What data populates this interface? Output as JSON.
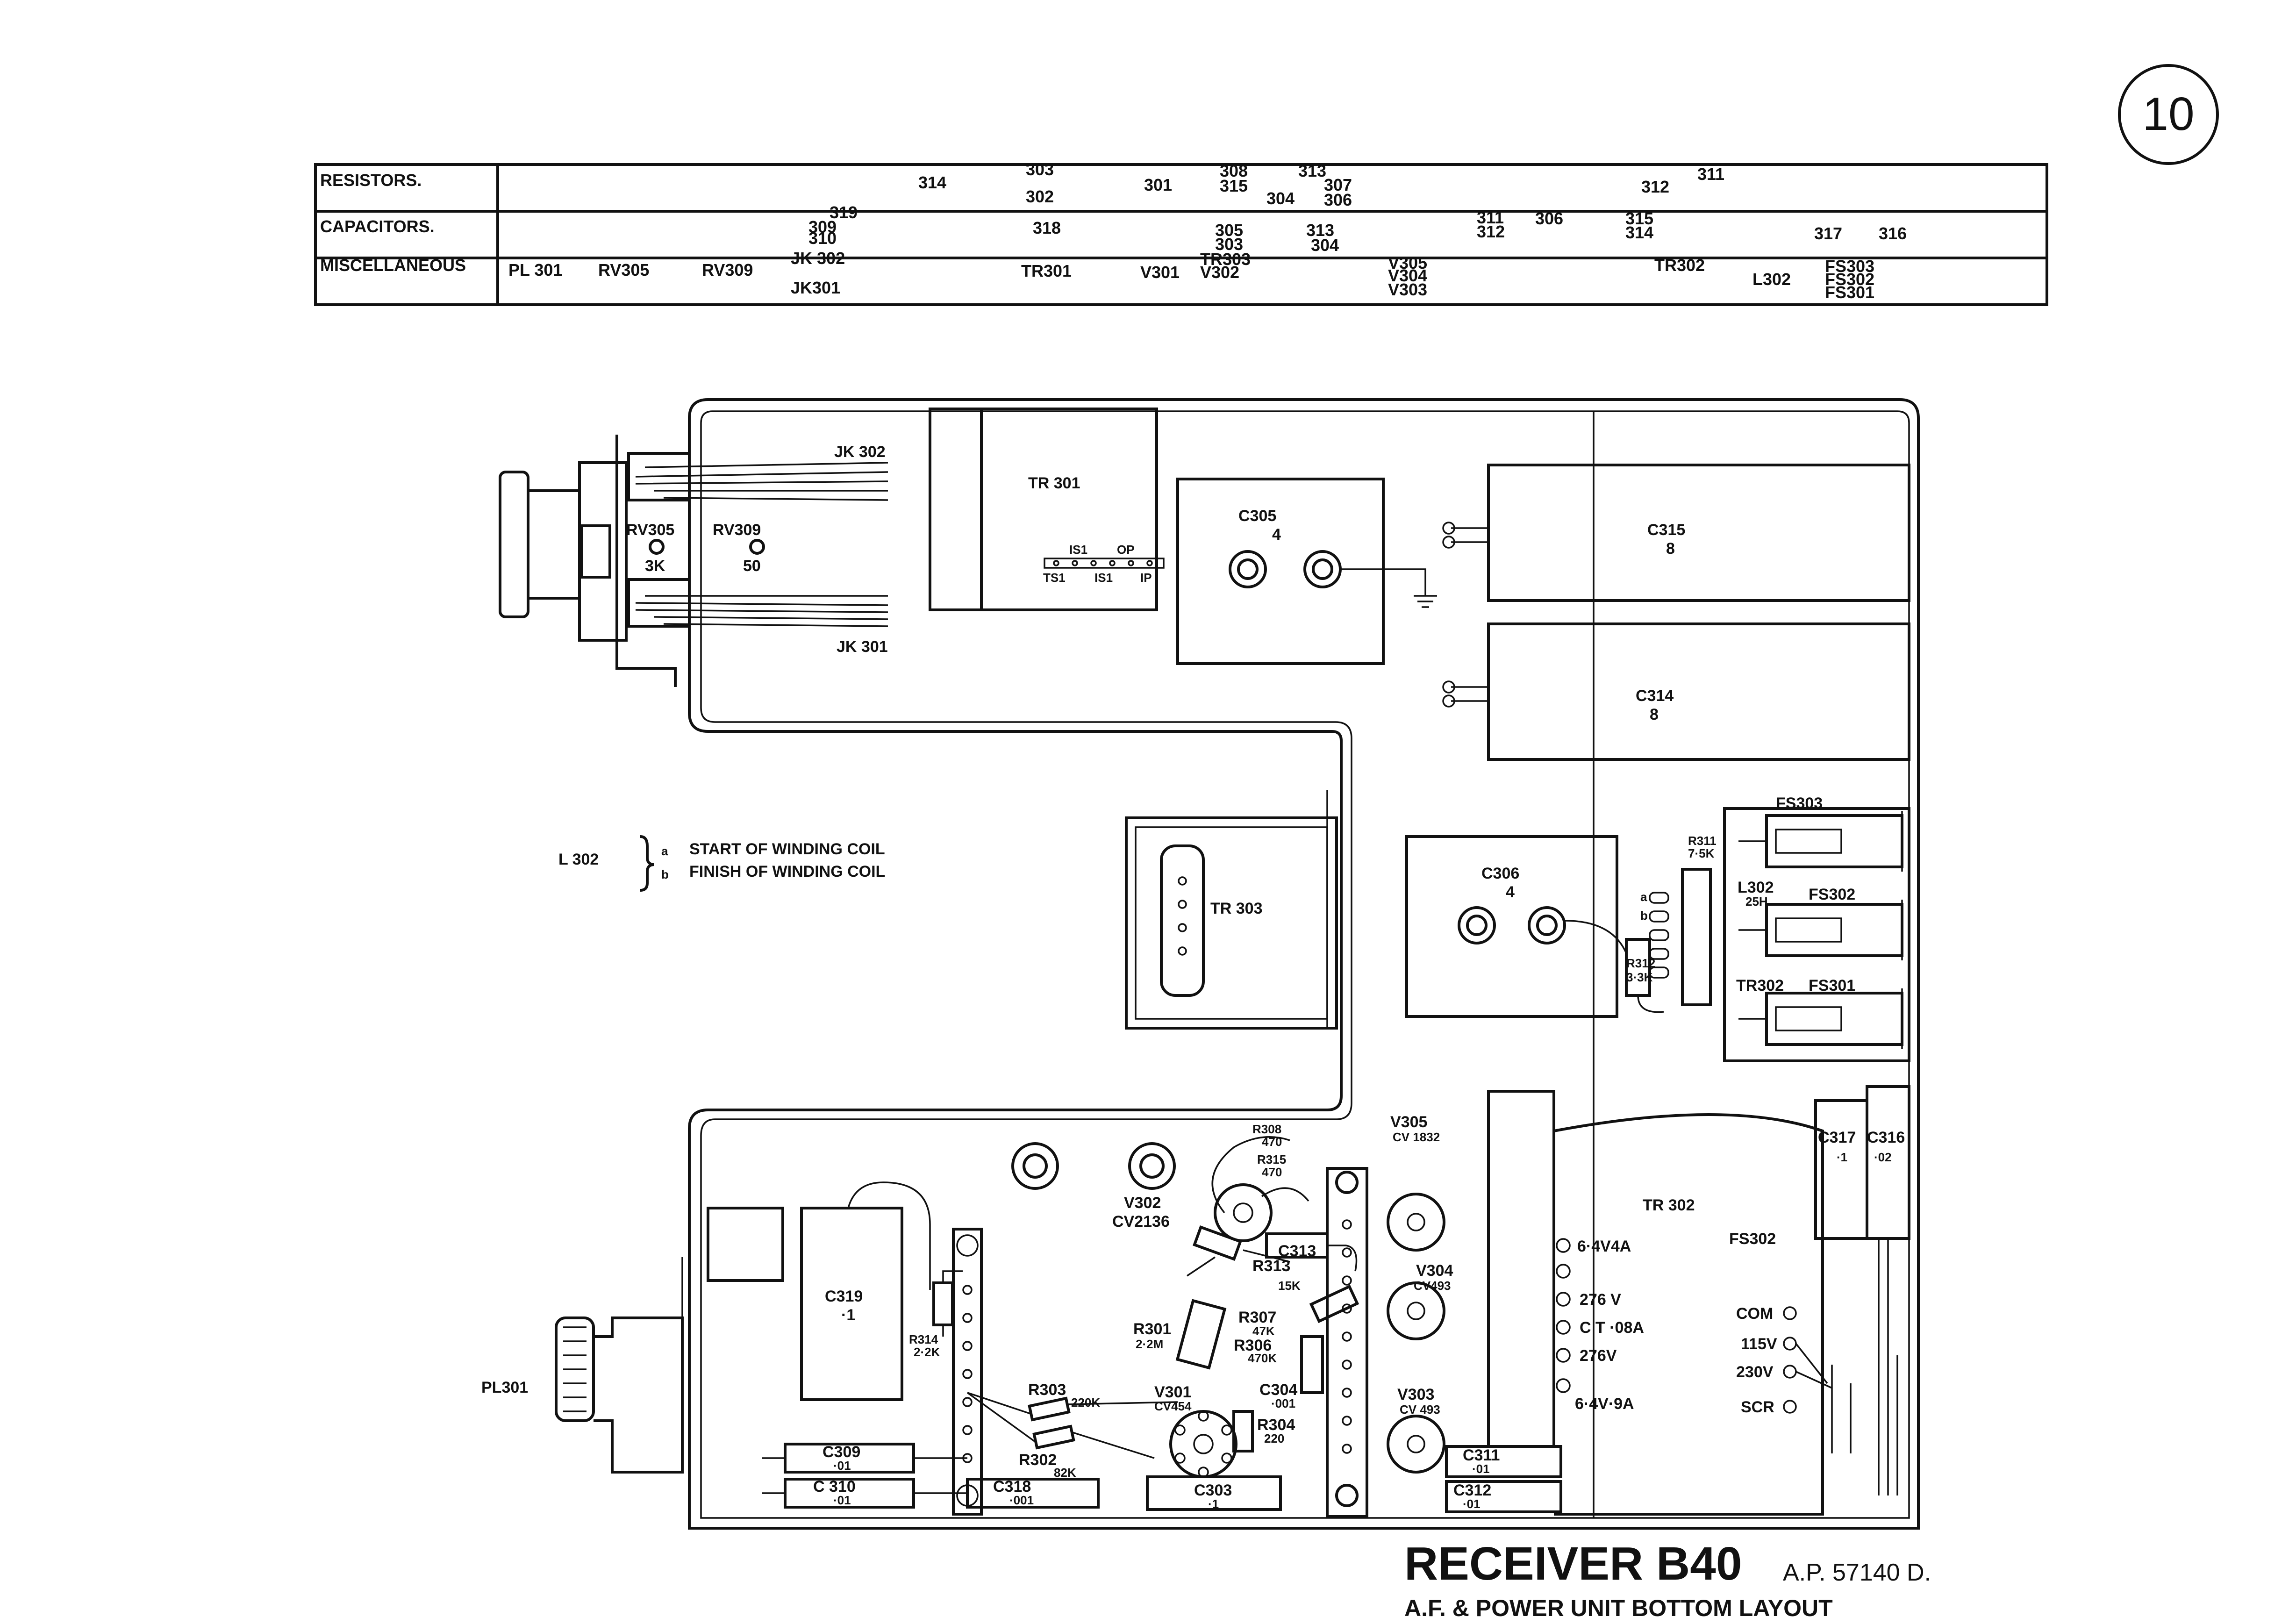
{
  "sheet_number": "10",
  "title": "RECEIVER B40",
  "reference": "A.P. 57140 D.",
  "subtitle": "A.F. & POWER UNIT  BOTTOM  LAYOUT",
  "table": {
    "row_labels": [
      "RESISTORS.",
      "CAPACITORS.",
      "MISCELLANEOUS"
    ],
    "resistors": [
      "314",
      "303",
      "302",
      "301",
      "308",
      "315",
      "313",
      "304",
      "307",
      "306",
      "312",
      "311"
    ],
    "capacitors": [
      "319",
      "309",
      "310",
      "318",
      "305",
      "303",
      "313",
      "304",
      "311",
      "312",
      "306",
      "315",
      "314",
      "317",
      "316"
    ],
    "misc": [
      "PL 301",
      "RV305",
      "RV309",
      "JK 302",
      "JK301",
      "TR301",
      "V301",
      "TR303",
      "V302",
      "V305",
      "V304",
      "V303",
      "TR302",
      "L302",
      "FS303",
      "FS302",
      "FS301"
    ]
  },
  "legend": {
    "component": "L 302",
    "a_key": "a",
    "a_text": "START OF WINDING COIL",
    "b_key": "b",
    "b_text": "FINISH OF WINDING COIL"
  },
  "upper": {
    "jk302": "JK 302",
    "jk301": "JK 301",
    "rv305": "RV305",
    "rv305_val": "3K",
    "rv309": "RV309",
    "rv309_val": "50",
    "tr301": "TR 301",
    "tr301_term_top": [
      "IS1",
      "OP"
    ],
    "tr301_term_bot": [
      "TS1",
      "IS1",
      "IP"
    ],
    "c305": "C305",
    "c305_val": "4",
    "c315": "C315",
    "c315_val": "8",
    "c314": "C314",
    "c314_val": "8",
    "tr303": "TR 303",
    "c306": "C306",
    "c306_val": "4",
    "r311": "R311",
    "r311_val": "7·5K",
    "r312": "R312",
    "r312_val": "3·3K",
    "l302": "L302",
    "l302_val": "25H",
    "fs303": "FS303",
    "fs302": "FS302",
    "fs301": "FS301",
    "tr302": "TR302",
    "coil_keys": [
      "a",
      "b"
    ]
  },
  "lower": {
    "pl301": "PL301",
    "c319": "C319",
    "c319_val": "·1",
    "r314": "R314",
    "r314_val": "2·2K",
    "c309": "C309",
    "c309_val": "·01",
    "c310": "C 310",
    "c310_val": "·01",
    "r303": "R303",
    "r303_val": "220K",
    "r302": "R302",
    "r302_val": "82K",
    "c318": "C318",
    "c318_val": "·001",
    "c303": "C303",
    "c303_val": "·1",
    "r308": "R308",
    "r308_val": "470",
    "r315": "R315",
    "r315_val": "470",
    "v302": "V302",
    "v302_type": "CV2136",
    "r313": "R313",
    "r313_val": "15K",
    "c313": "C313",
    "r307": "R307",
    "r307_val": "47K",
    "r306": "R306",
    "r306_val": "470K",
    "r301": "R301",
    "r301_val": "2·2M",
    "c304": "C304",
    "c304_val": "·001",
    "v301": "V301",
    "v301_type": "CV454",
    "r304": "R304",
    "r304_val": "220",
    "v305": "V305",
    "v305_type": "CV 1832",
    "v304": "V304",
    "v304_type": "CV493",
    "v303": "V303",
    "v303_type": "CV 493",
    "c311": "C311",
    "c311_val": "·01",
    "c312": "C312",
    "c312_val": "·01",
    "tr302": "TR 302",
    "taps": [
      "6·4V4A",
      "276 V",
      "C T ·08A",
      "276V",
      "6·4V·9A"
    ],
    "fs302": "FS302",
    "sw_labels": [
      "COM",
      "115V",
      "230V",
      "SCR"
    ],
    "c317": "C317",
    "c317_val": "·1",
    "c316": "C316",
    "c316_val": "·02"
  }
}
